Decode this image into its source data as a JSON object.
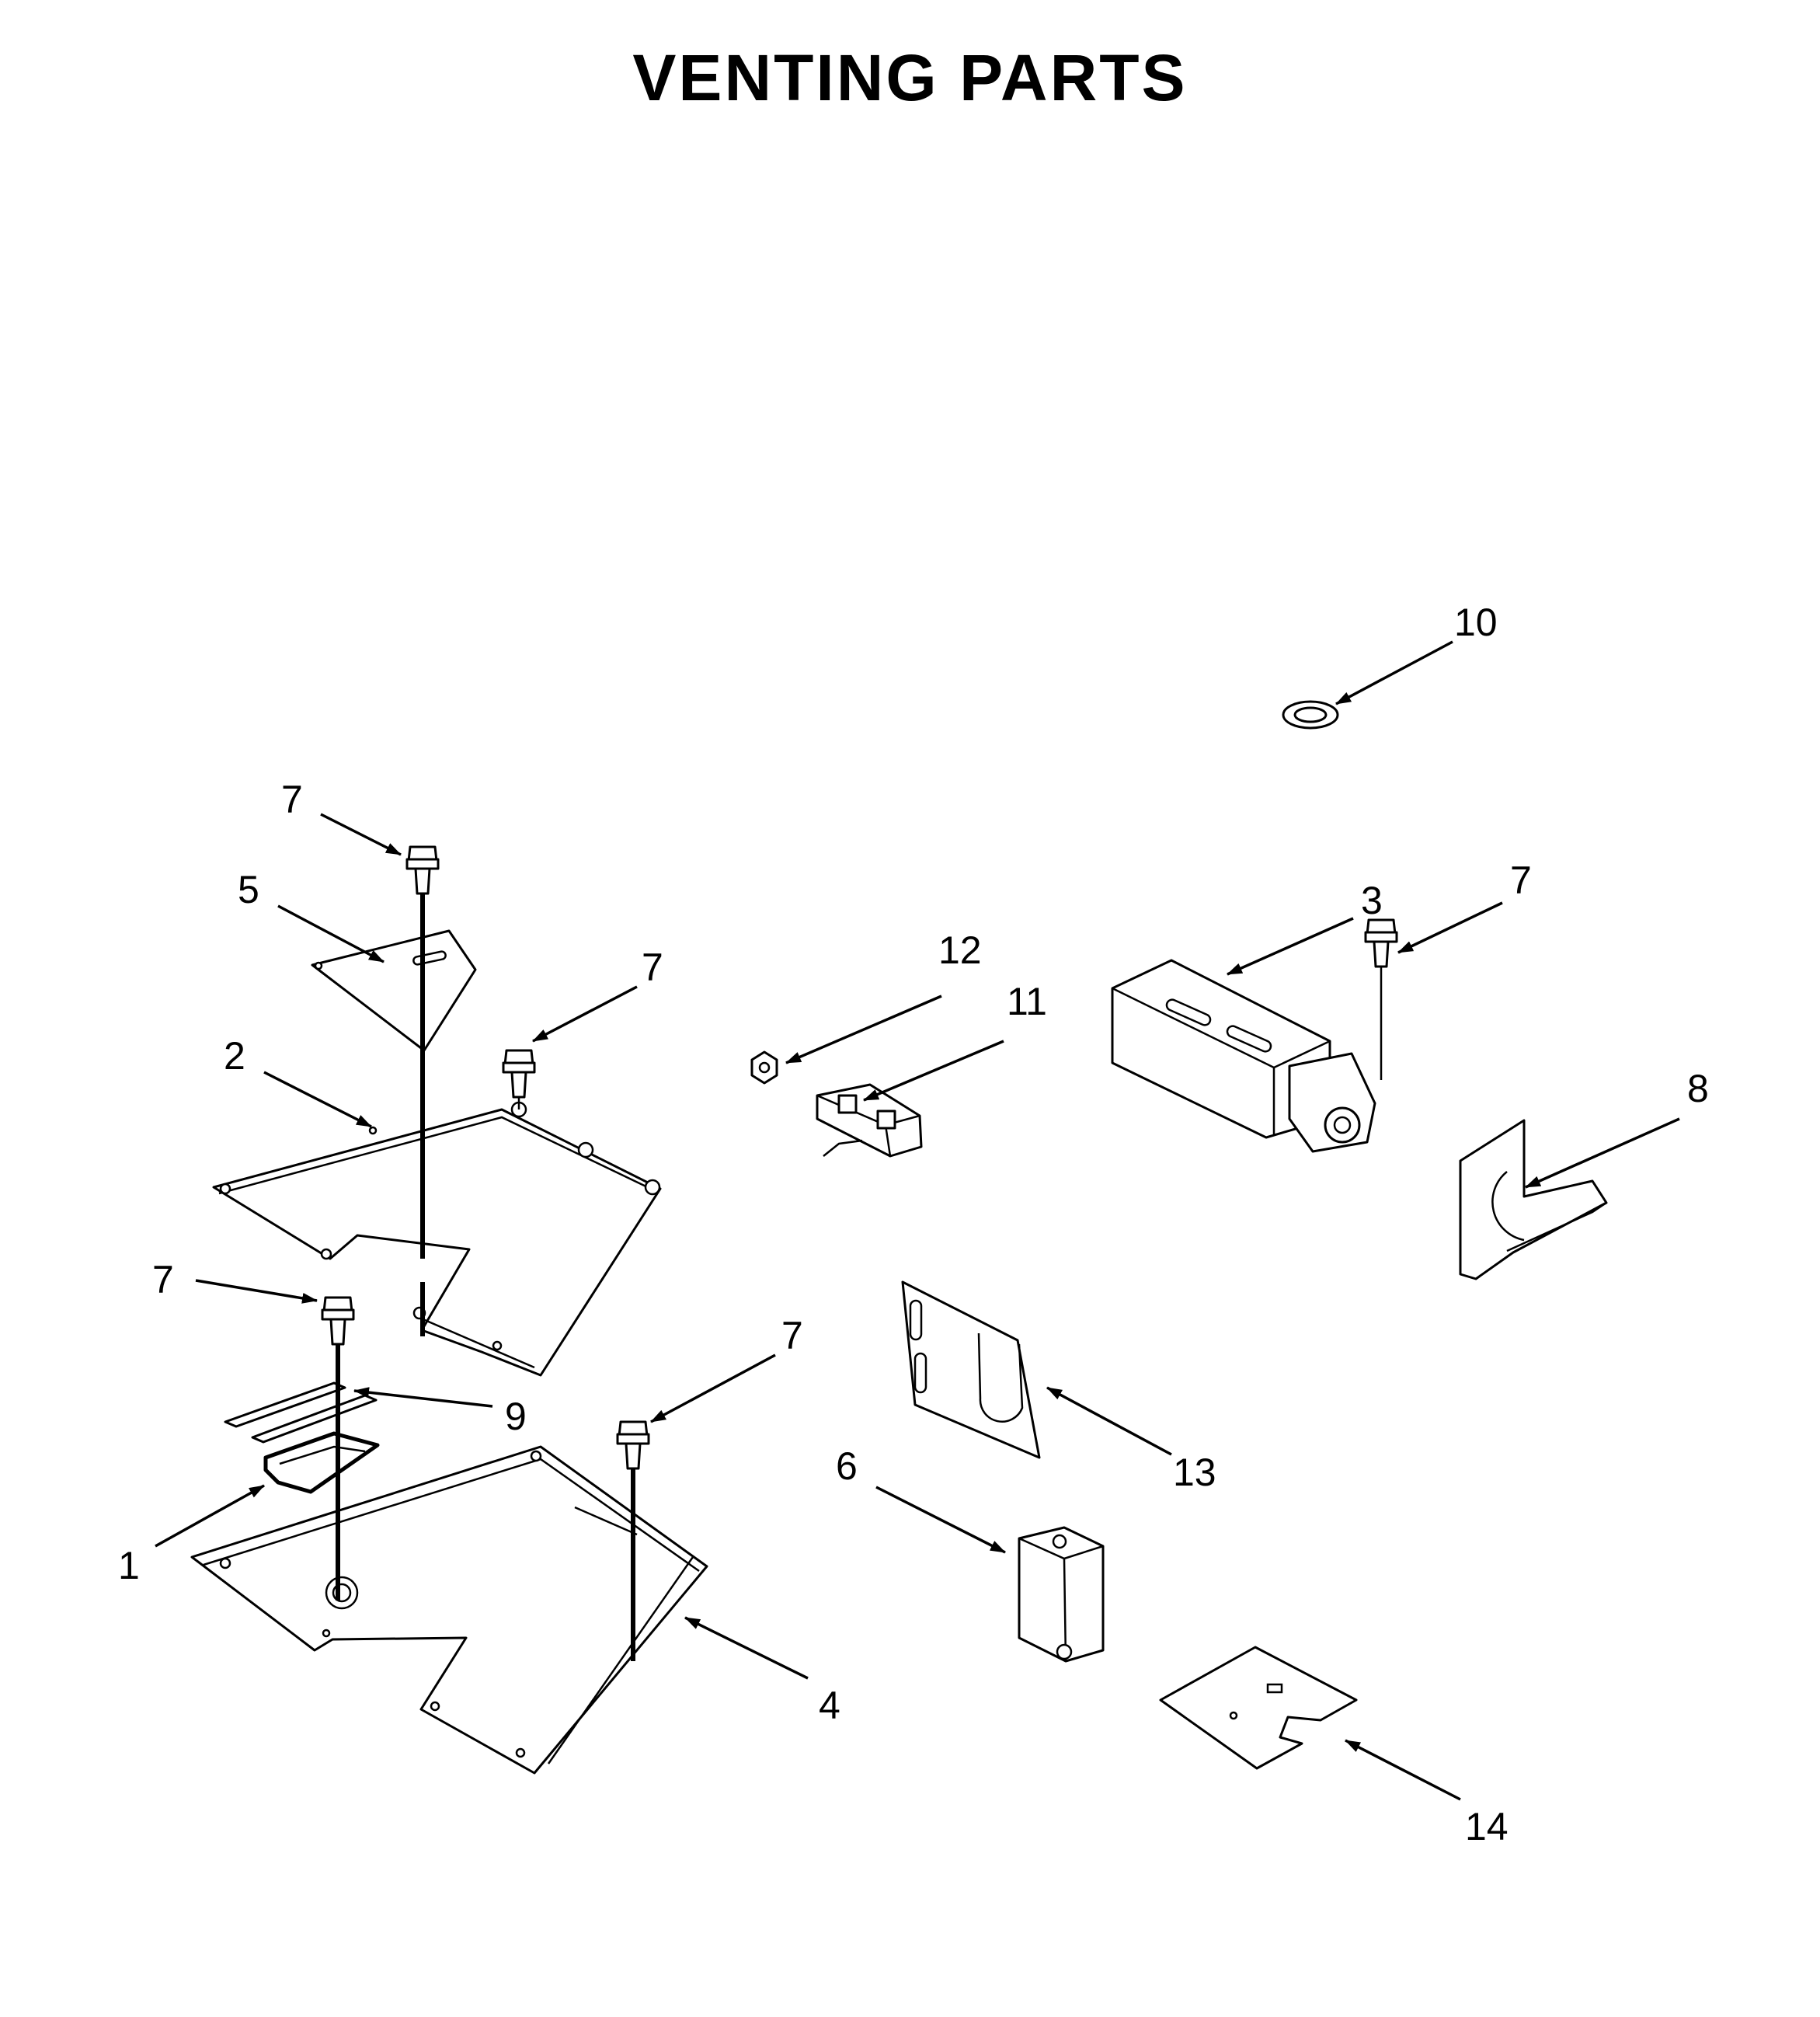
{
  "title": "VENTING PARTS",
  "callouts": [
    {
      "id": "c1",
      "label": "1"
    },
    {
      "id": "c2",
      "label": "2"
    },
    {
      "id": "c3",
      "label": "3"
    },
    {
      "id": "c4",
      "label": "4"
    },
    {
      "id": "c5",
      "label": "5"
    },
    {
      "id": "c6",
      "label": "6"
    },
    {
      "id": "c7a",
      "label": "7"
    },
    {
      "id": "c7b",
      "label": "7"
    },
    {
      "id": "c7c",
      "label": "7"
    },
    {
      "id": "c7d",
      "label": "7"
    },
    {
      "id": "c7e",
      "label": "7"
    },
    {
      "id": "c8",
      "label": "8"
    },
    {
      "id": "c9",
      "label": "9"
    },
    {
      "id": "c10",
      "label": "10"
    },
    {
      "id": "c11",
      "label": "11"
    },
    {
      "id": "c12",
      "label": "12"
    },
    {
      "id": "c13",
      "label": "13"
    },
    {
      "id": "c14",
      "label": "14"
    }
  ],
  "colors": {
    "ink": "#000000",
    "paper": "#ffffff"
  }
}
